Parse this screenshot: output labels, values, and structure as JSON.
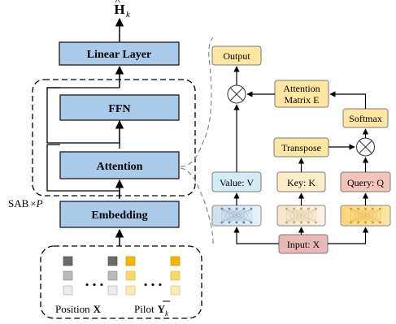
{
  "output_symbol": {
    "base": "H",
    "sub": "k"
  },
  "left_column": {
    "linear_layer": "Linear Layer",
    "ffn": "FFN",
    "attention": "Attention",
    "embedding": "Embedding",
    "sab_label": {
      "text": "SAB",
      "times": "×",
      "var": "P"
    }
  },
  "inputs": {
    "position_label": {
      "text": "Position",
      "var": "X"
    },
    "pilot_label": {
      "text": "Pilot",
      "var": "Y",
      "sub": "k"
    },
    "ellipsis": "• • •"
  },
  "right_panel": {
    "output": "Output",
    "attention_matrix_line1": "Attention",
    "attention_matrix_line2": "Matrix E",
    "softmax": "Softmax",
    "transpose": "Transpose",
    "value": "Value: V",
    "key": "Key: K",
    "query": "Query: Q",
    "input": "Input: X"
  },
  "colors": {
    "blue_box": "#a9cbe9",
    "yellow_box": "#ffe7a3",
    "light_blue": "#d3ebf5",
    "light_yellow": "#fdeec9",
    "pink": "#f3c4b8",
    "input_pink": "#e8b8b6",
    "pos_dark": "#6c6c6c",
    "pos_mid": "#b9b9b9",
    "pos_light": "#ececec",
    "pilot_dark": "#f6b600",
    "pilot_mid": "#fcd86a",
    "pilot_light": "#fdebb6"
  }
}
